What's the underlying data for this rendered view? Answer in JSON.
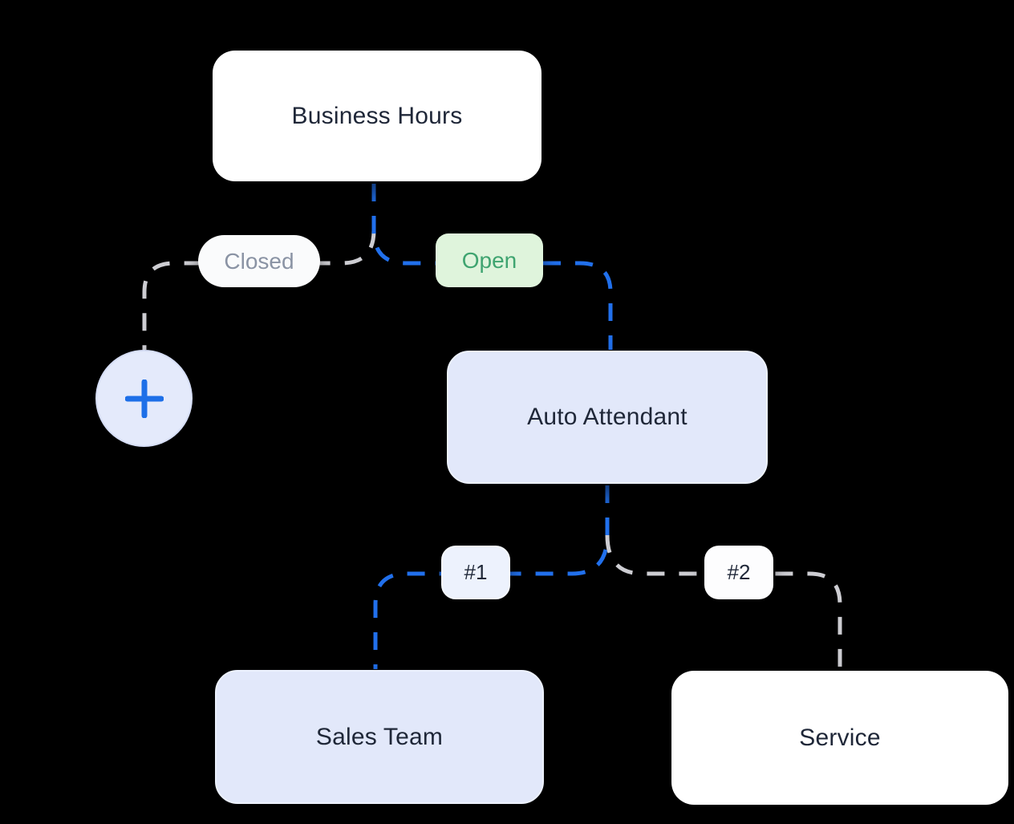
{
  "diagram": {
    "type": "call-flow-tree",
    "colors": {
      "canvas_bg": "#000000",
      "active_edge": "#2170EC",
      "inactive_edge": "#CDCDD2",
      "node_text": "#1F2738",
      "muted_text": "#8A93A4",
      "open_text": "#3FA470",
      "open_bg": "#DFF4DC",
      "lavender_bg": "#E2E8FA",
      "white_bg": "#FFFFFF",
      "plus_icon": "#1D6FE8"
    },
    "nodes": {
      "business_hours": {
        "label": "Business Hours",
        "type": "schedule-node"
      },
      "closed": {
        "label": "Closed",
        "type": "branch-label",
        "state": "inactive"
      },
      "open": {
        "label": "Open",
        "type": "branch-label",
        "state": "active"
      },
      "add_step": {
        "type": "add-button",
        "icon": "plus-icon"
      },
      "auto_attendant": {
        "label": "Auto Attendant",
        "type": "menu-node"
      },
      "key_1": {
        "label": "#1",
        "type": "key-label",
        "state": "active"
      },
      "key_2": {
        "label": "#2",
        "type": "key-label",
        "state": "inactive"
      },
      "sales_team": {
        "label": "Sales Team",
        "type": "destination-node"
      },
      "service": {
        "label": "Service",
        "type": "destination-node"
      }
    },
    "edges": [
      {
        "from": "business_hours",
        "via": "closed",
        "to": "add_step",
        "state": "inactive"
      },
      {
        "from": "business_hours",
        "via": "open",
        "to": "auto_attendant",
        "state": "active"
      },
      {
        "from": "auto_attendant",
        "via": "key_1",
        "to": "sales_team",
        "state": "active"
      },
      {
        "from": "auto_attendant",
        "via": "key_2",
        "to": "service",
        "state": "inactive"
      }
    ]
  }
}
